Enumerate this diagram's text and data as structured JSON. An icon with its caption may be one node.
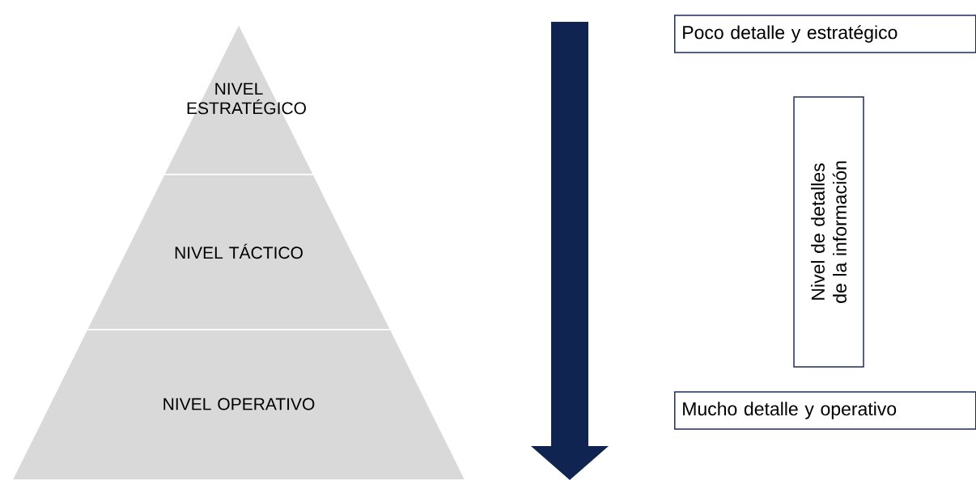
{
  "diagram": {
    "nodes": [
      {
        "text": [
          "NIVEL ESTRATÉGICO"
        ]
      },
      {
        "text": [
          "NIVEL TÁCTICO"
        ]
      },
      {
        "text": [
          "NIVEL OPERATIVO"
        ]
      },
      {
        "text": [
          "Poco detalle y estratégico"
        ]
      },
      {
        "text": [
          "Nivel de detalles de la información"
        ]
      },
      {
        "text": [
          "Mucho detalle y operativo"
        ]
      }
    ]
  }
}
